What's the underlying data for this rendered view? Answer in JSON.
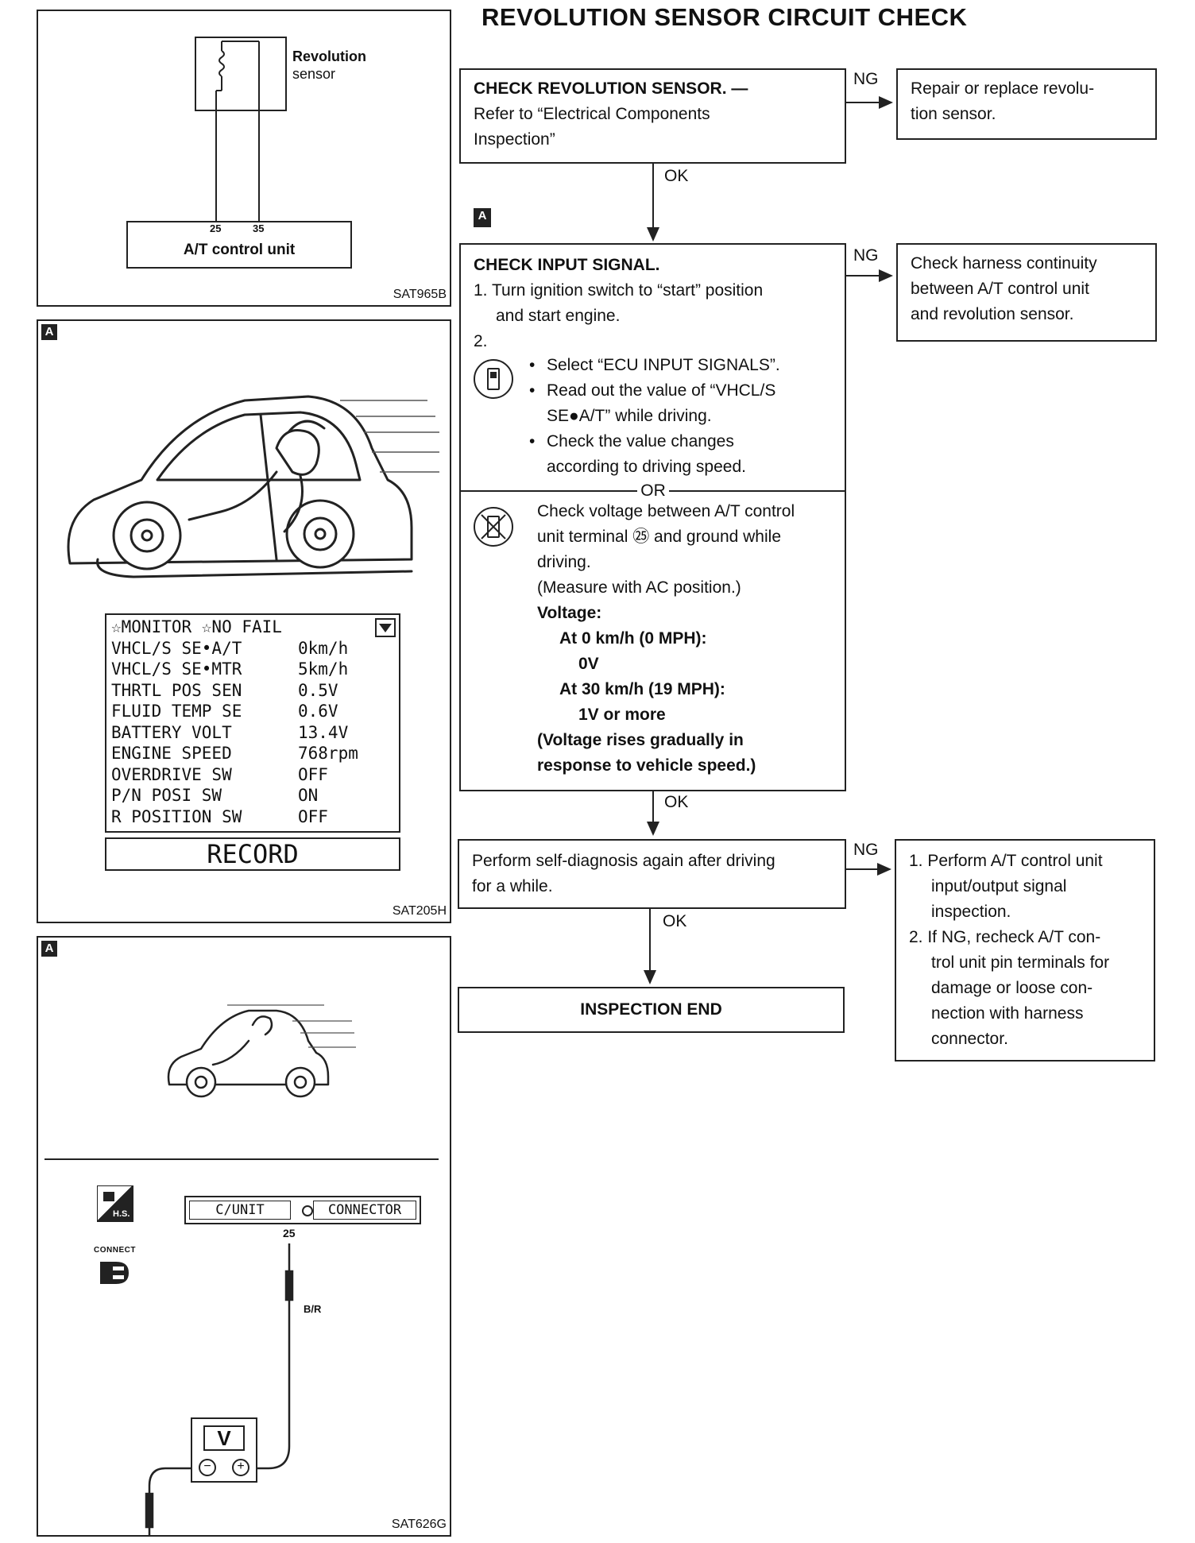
{
  "page_title": "REVOLUTION SENSOR CIRCUIT CHECK",
  "fig1": {
    "sensor_label_line1": "Revolution",
    "sensor_label_line2": "sensor",
    "pin_a": "25",
    "pin_b": "35",
    "unit_label": "A/T control unit",
    "code": "SAT965B"
  },
  "fig2": {
    "tag": "A",
    "monitor_header": "☆MONITOR ☆NO FAIL",
    "monitor_rows": [
      {
        "item": "VHCL/S SE•A/T",
        "value": "0km/h"
      },
      {
        "item": "VHCL/S SE•MTR",
        "value": "5km/h"
      },
      {
        "item": "THRTL POS SEN",
        "value": "0.5V"
      },
      {
        "item": "FLUID TEMP SE",
        "value": "0.6V"
      },
      {
        "item": "BATTERY VOLT",
        "value": "13.4V"
      },
      {
        "item": "ENGINE SPEED",
        "value": "768rpm"
      },
      {
        "item": "OVERDRIVE SW",
        "value": "OFF"
      },
      {
        "item": "P/N POSI SW",
        "value": "ON"
      },
      {
        "item": "R POSITION SW",
        "value": "OFF"
      }
    ],
    "record_button": "RECORD",
    "code": "SAT205H"
  },
  "fig3": {
    "tag": "A",
    "hs_label": "H.S.",
    "connect_label": "CONNECT",
    "cunit_label": "C/UNIT",
    "connector_label": "CONNECTOR",
    "terminal": "25",
    "wire_color": "B/R",
    "meter_symbol": "V",
    "code": "SAT626G"
  },
  "flow": {
    "step1": {
      "title": "CHECK REVOLUTION SENSOR. —",
      "line2": "Refer to “Electrical Components",
      "line3": "Inspection”",
      "ng_label": "NG",
      "ng_line1": "Repair or replace revolu-",
      "ng_line2": "tion sensor.",
      "ok_label": "OK"
    },
    "step2": {
      "tag": "A",
      "title": "CHECK INPUT SIGNAL.",
      "item1_a": "1. Turn ignition switch to “start” position",
      "item1_b": "and start engine.",
      "item2": "2.",
      "bullet1": "Select “ECU INPUT SIGNALS”.",
      "bullet2_a": "Read out the value of “VHCL/S",
      "bullet2_b": "SE●A/T” while driving.",
      "bullet3_a": "Check the value changes",
      "bullet3_b": "according to driving speed.",
      "or_label": "OR",
      "v1": "Check voltage between A/T control",
      "v2": "unit terminal ㉕ and ground while",
      "v3": "driving.",
      "v4": "(Measure with AC position.)",
      "v5": "Voltage:",
      "v6": "At 0 km/h (0 MPH):",
      "v7": "0V",
      "v8": "At 30 km/h (19 MPH):",
      "v9": "1V or more",
      "v10": "(Voltage rises gradually in",
      "v11": "response to vehicle speed.)",
      "ng_label": "NG",
      "ng_line1": "Check harness continuity",
      "ng_line2": "between A/T control unit",
      "ng_line3": "and revolution sensor.",
      "ok_label": "OK"
    },
    "step3": {
      "line1": "Perform self-diagnosis again after driving",
      "line2": "for a while.",
      "ng_label": "NG",
      "ng_l1": "1. Perform A/T control unit",
      "ng_l2": "input/output signal",
      "ng_l3": "inspection.",
      "ng_l4": "2. If NG, recheck A/T con-",
      "ng_l5": "trol unit pin terminals for",
      "ng_l6": "damage or loose con-",
      "ng_l7": "nection with harness",
      "ng_l8": "connector.",
      "ok_label": "OK"
    },
    "end_label": "INSPECTION END"
  }
}
